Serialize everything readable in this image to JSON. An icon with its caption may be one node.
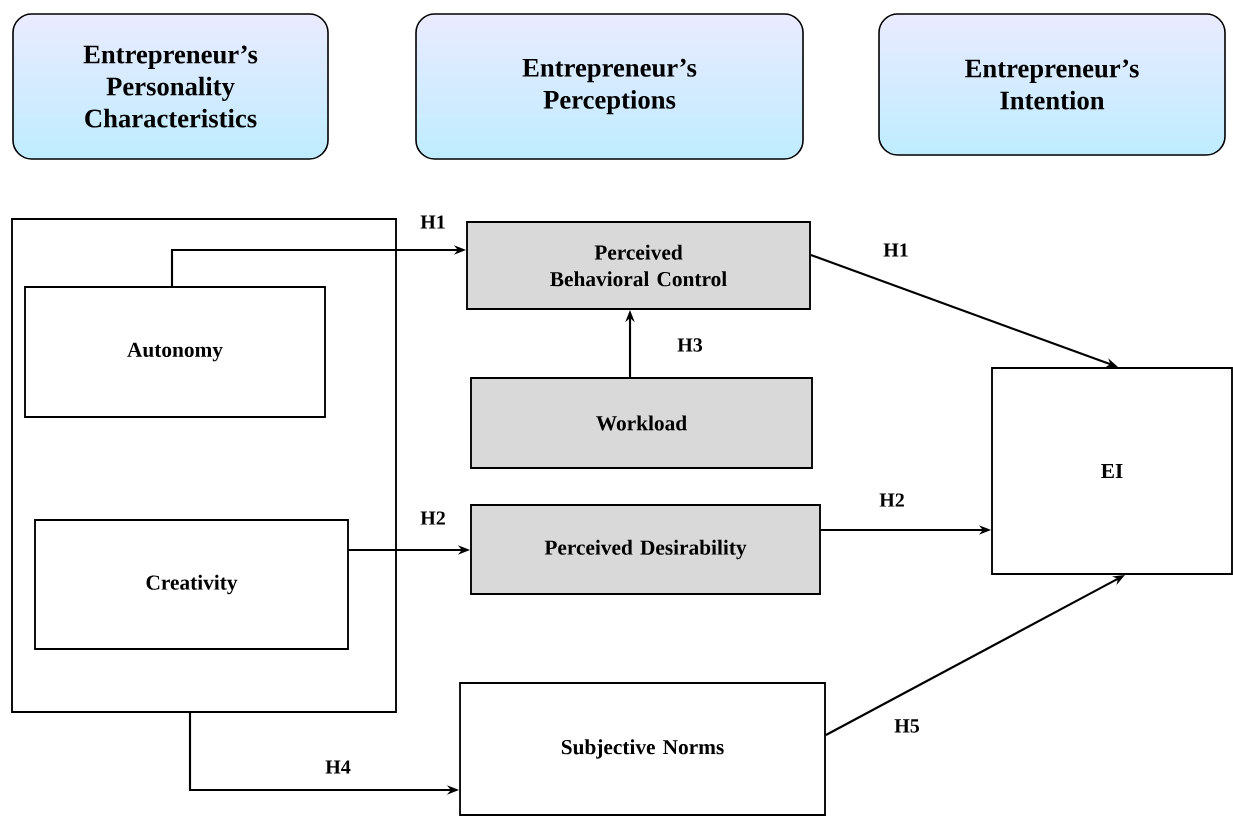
{
  "diagram": {
    "nodes": [
      {
        "text": [
          "Entrepreneur’s Personality Characteristics"
        ]
      },
      {
        "text": [
          "Entrepreneur’s Perceptions"
        ]
      },
      {
        "text": [
          "Entrepreneur’s Intention"
        ]
      },
      {
        "text": [],
        "shape": "box"
      },
      {
        "text": [
          "Autonomy"
        ],
        "in": 3
      },
      {
        "text": [
          "Creativity"
        ],
        "in": 3
      },
      {
        "text": [
          "Perceived Behavioral Control"
        ]
      },
      {
        "text": [
          "Workload"
        ]
      },
      {
        "text": [
          "Perceived Desirability"
        ]
      },
      {
        "text": [
          "Subjective Norms"
        ]
      },
      {
        "text": [
          "EI"
        ]
      }
    ],
    "edges": [
      {
        "from": 4,
        "to": 6,
        "arrow": "to",
        "label": "H1"
      },
      {
        "from": 6,
        "to": 10,
        "arrow": "to",
        "label": "H1"
      },
      {
        "from": 7,
        "to": 6,
        "arrow": "to",
        "label": "H3"
      },
      {
        "from": 5,
        "to": 8,
        "arrow": "to",
        "label": "H2"
      },
      {
        "from": 8,
        "to": 10,
        "arrow": "to",
        "label": "H2"
      },
      {
        "from": 3,
        "to": 9,
        "arrow": "to",
        "label": "H4"
      },
      {
        "from": 9,
        "to": 10,
        "arrow": "to",
        "label": "H5"
      }
    ]
  }
}
